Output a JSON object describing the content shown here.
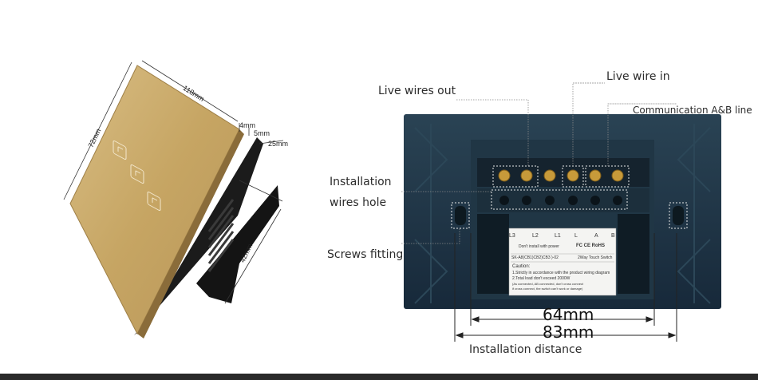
{
  "colors": {
    "gold_panel": "#c9a968",
    "black_frame": "#1a1a1a",
    "back_panel": "#1f3342",
    "terminal_brass": "#c79a3a",
    "background": "#ffffff"
  },
  "left_product": {
    "dimensions": {
      "width": "118mm",
      "height": "72mm",
      "glass": "4mm",
      "step": "5mm",
      "depth": "25mm",
      "box": "42mm"
    },
    "icons": [
      "touch-button-icon",
      "touch-button-icon",
      "touch-button-icon"
    ]
  },
  "right_product": {
    "callouts": {
      "live_wires_out": "Live wires out",
      "live_wire_in": "Live wire in",
      "communication": "Communication A&B line",
      "installation_line1": "Installation",
      "installation_line2": "wires hole",
      "screws": "Screws fitting",
      "install_distance": "Installation distance"
    },
    "measurements": {
      "inner": "64mm",
      "outer": "83mm"
    },
    "terminal_labels": [
      "L3",
      "L2",
      "L1",
      "L",
      "A",
      "B"
    ],
    "sticker": {
      "warning": "Don't install with power",
      "cert": "FC CE RoHS",
      "model": "SK-A8(CB1)CB2)CB3 )-02",
      "model_suffix": "2Way Touch Switch",
      "caution_title": "Caution:",
      "caution_1": "1.Strictly in accordance with the product wiring diagram",
      "caution_2": "2.Total load don't exceed 2000W",
      "caution_3": "(As connected, AB connected, don't cross connect",
      "caution_4": "if cross connect, the switch can't work or damage)"
    }
  }
}
